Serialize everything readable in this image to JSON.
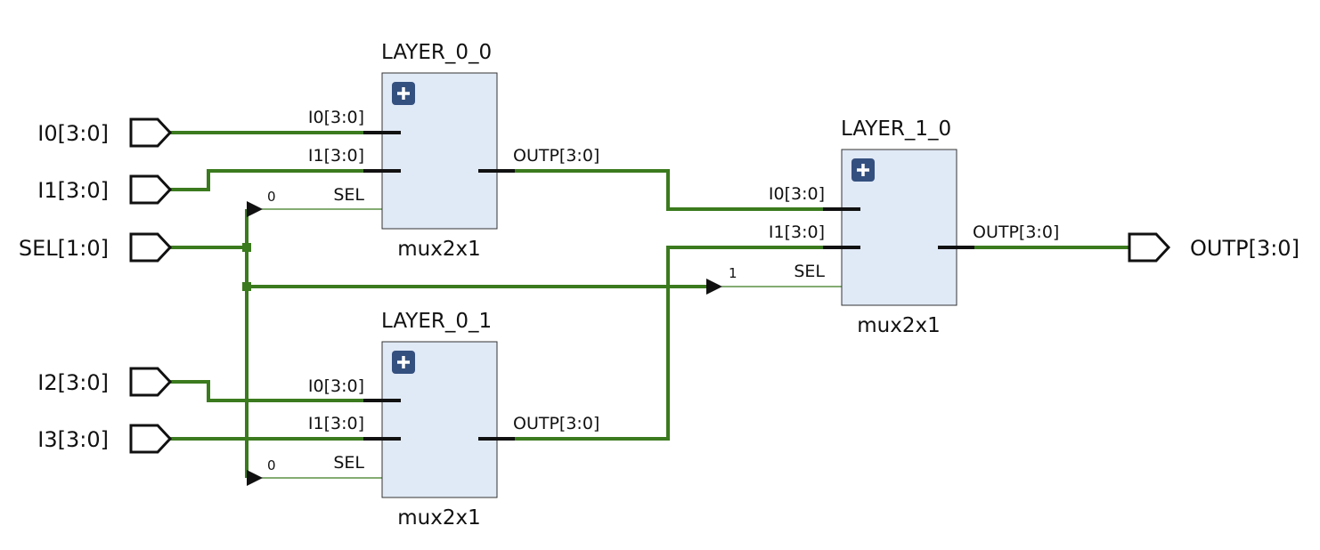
{
  "ports": {
    "in": [
      "I0[3:0]",
      "I1[3:0]",
      "SEL[1:0]",
      "I2[3:0]",
      "I3[3:0]"
    ],
    "out": "OUTP[3:0]"
  },
  "instances": {
    "layer_0_0": {
      "name": "LAYER_0_0",
      "cell": "mux2x1",
      "pins": {
        "i0": "I0[3:0]",
        "i1": "I1[3:0]",
        "sel": "SEL",
        "outp": "OUTP[3:0]"
      },
      "sel_bit": "0"
    },
    "layer_0_1": {
      "name": "LAYER_0_1",
      "cell": "mux2x1",
      "pins": {
        "i0": "I0[3:0]",
        "i1": "I1[3:0]",
        "sel": "SEL",
        "outp": "OUTP[3:0]"
      },
      "sel_bit": "0"
    },
    "layer_1_0": {
      "name": "LAYER_1_0",
      "cell": "mux2x1",
      "pins": {
        "i0": "I0[3:0]",
        "i1": "I1[3:0]",
        "sel": "SEL",
        "outp": "OUTP[3:0]"
      },
      "sel_bit": "1"
    }
  },
  "icons": {
    "expand": "plus-square-icon",
    "port": "port-arrow-icon"
  },
  "colors": {
    "wire": "#3b7a1e",
    "block_fill": "#e0e9f6",
    "expand_button": "#34507f"
  }
}
